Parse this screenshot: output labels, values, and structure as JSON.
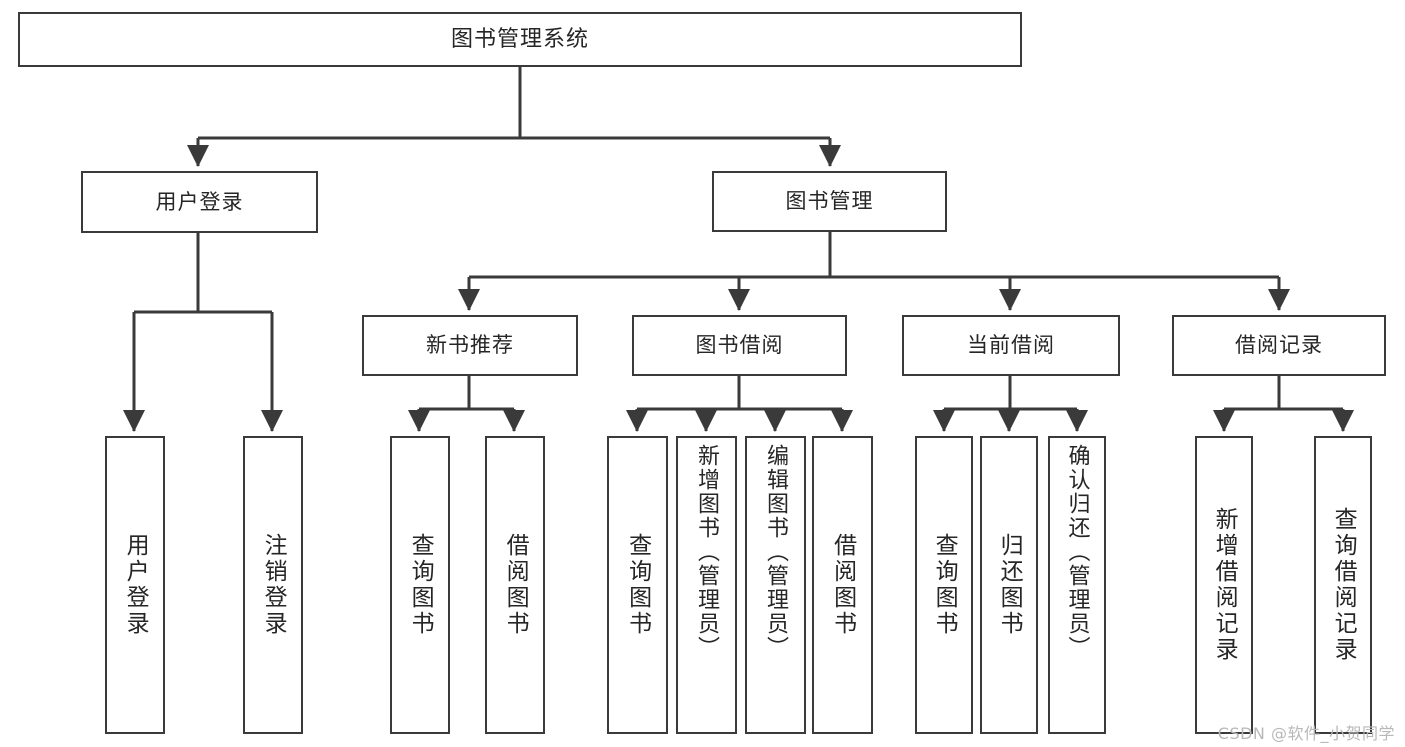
{
  "diagram": {
    "type": "tree",
    "title": "图书管理系统",
    "watermark": "CSDN @软件_小贺同学",
    "colors": {
      "box_border": "#3a3a3a",
      "box_fill": "#ffffff",
      "connector": "#3a3a3a",
      "text": "#262626",
      "watermark": "#b8b8b8",
      "background": "#ffffff"
    },
    "nodes": {
      "root": {
        "label": "图书管理系统",
        "level": 1
      },
      "l2": [
        {
          "id": "user_login",
          "label": "用户登录",
          "level": 2
        },
        {
          "id": "book_manage",
          "label": "图书管理",
          "level": 2
        }
      ],
      "l3": [
        {
          "id": "new_book_rec",
          "label": "新书推荐",
          "level": 3,
          "parent": "book_manage"
        },
        {
          "id": "book_borrow",
          "label": "图书借阅",
          "level": 3,
          "parent": "book_manage"
        },
        {
          "id": "current_borrow",
          "label": "当前借阅",
          "level": 3,
          "parent": "book_manage"
        },
        {
          "id": "borrow_record",
          "label": "借阅记录",
          "level": 3,
          "parent": "book_manage"
        }
      ],
      "leaves": [
        {
          "id": "leaf_user_login",
          "label": "用户登录",
          "parent": "user_login"
        },
        {
          "id": "leaf_logout",
          "label": "注销登录",
          "parent": "user_login"
        },
        {
          "id": "leaf_query_book_1",
          "label": "查询图书",
          "parent": "new_book_rec"
        },
        {
          "id": "leaf_borrow_book_1",
          "label": "借阅图书",
          "parent": "new_book_rec"
        },
        {
          "id": "leaf_query_book_2",
          "label": "查询图书",
          "parent": "book_borrow"
        },
        {
          "id": "leaf_add_book",
          "label": "新增图书（管理员）",
          "parent": "book_borrow"
        },
        {
          "id": "leaf_edit_book",
          "label": "编辑图书（管理员）",
          "parent": "book_borrow"
        },
        {
          "id": "leaf_borrow_book_2",
          "label": "借阅图书",
          "parent": "book_borrow"
        },
        {
          "id": "leaf_query_book_3",
          "label": "查询图书",
          "parent": "current_borrow"
        },
        {
          "id": "leaf_return_book",
          "label": "归还图书",
          "parent": "current_borrow"
        },
        {
          "id": "leaf_confirm_return",
          "label": "确认归还（管理员）",
          "parent": "current_borrow"
        },
        {
          "id": "leaf_add_record",
          "label": "新增借阅记录",
          "parent": "borrow_record"
        },
        {
          "id": "leaf_query_record",
          "label": "查询借阅记录",
          "parent": "borrow_record"
        }
      ]
    }
  }
}
